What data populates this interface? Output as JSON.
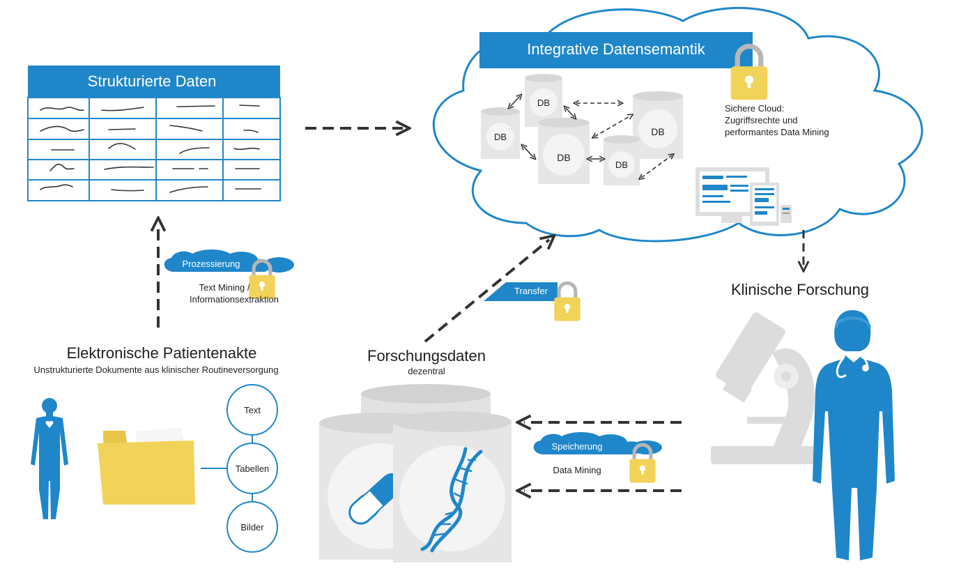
{
  "colors": {
    "blue": "#1f87c9",
    "lock_yellow": "#f1d35a",
    "lock_shackle": "#b7b7b7",
    "cylinder": "#e6e6e6",
    "cylinder_face": "#f2f2f2",
    "arrow": "#333333"
  },
  "structured_data": {
    "title": "Strukturierte Daten"
  },
  "cloud": {
    "title": "Integrative Datensemantik",
    "db_labels": [
      "DB",
      "DB",
      "DB",
      "DB",
      "DB"
    ],
    "secure_cloud_lines": [
      "Sichere Cloud:",
      "Zugriffsrechte und",
      "performantes Data Mining"
    ]
  },
  "processing": {
    "badge": "Prozessierung",
    "lines": [
      "Text Mining /",
      "Informationsextraktion"
    ]
  },
  "transfer": {
    "badge": "Transfer"
  },
  "ehr": {
    "title": "Elektronische Patientenakte",
    "subtitle": "Unstrukturierte Dokumente aus klinischer Routineversorgung",
    "items": [
      "Text",
      "Tabellen",
      "Bilder"
    ]
  },
  "research_data": {
    "title": "Forschungsdaten",
    "subtitle": "dezentral"
  },
  "storage": {
    "badge": "Speicherung",
    "caption": "Data Mining"
  },
  "clinical": {
    "title": "Klinische Forschung"
  },
  "icons": [
    "lock-icon",
    "person-icon",
    "folder-icon",
    "database-icon",
    "pill-icon",
    "dna-icon",
    "microscope-icon",
    "doctor-icon",
    "monitor-icon",
    "cloud-icon"
  ]
}
